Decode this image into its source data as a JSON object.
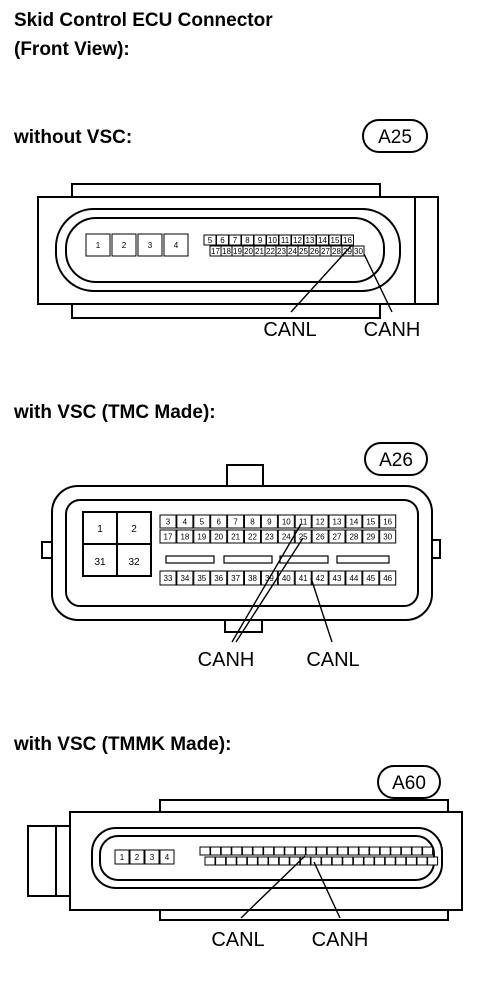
{
  "title": {
    "line1": "Skid Control ECU Connector",
    "line2": "(Front View):"
  },
  "sections": [
    {
      "heading": "without VSC:",
      "code": "A25",
      "labels": [
        "CANL",
        "CANH"
      ],
      "big_pins": [
        "1",
        "2",
        "3",
        "4"
      ],
      "top_pins": [
        "5",
        "6",
        "7",
        "8",
        "9",
        "10",
        "11",
        "12",
        "13",
        "14",
        "15",
        "16"
      ],
      "bottom_pins": [
        "17",
        "18",
        "19",
        "20",
        "21",
        "22",
        "23",
        "24",
        "25",
        "26",
        "27",
        "28",
        "29",
        "30"
      ]
    },
    {
      "heading": "with VSC (TMC Made):",
      "code": "A26",
      "labels": [
        "CANH",
        "CANL"
      ],
      "big_pins": [
        "1",
        "2",
        "31",
        "32"
      ],
      "row1": [
        "3",
        "4",
        "5",
        "6",
        "7",
        "8",
        "9",
        "10",
        "11",
        "12",
        "13",
        "14",
        "15",
        "16"
      ],
      "row2": [
        "17",
        "18",
        "19",
        "20",
        "21",
        "22",
        "23",
        "24",
        "25",
        "26",
        "27",
        "28",
        "29",
        "30"
      ],
      "row3": [
        "33",
        "34",
        "35",
        "36",
        "37",
        "38",
        "39",
        "40",
        "41",
        "42",
        "43",
        "44",
        "45",
        "46"
      ]
    },
    {
      "heading": "with VSC (TMMK Made):",
      "code": "A60",
      "labels": [
        "CANL",
        "CANH"
      ],
      "big_pins": [
        "1",
        "2",
        "3",
        "4"
      ]
    }
  ]
}
